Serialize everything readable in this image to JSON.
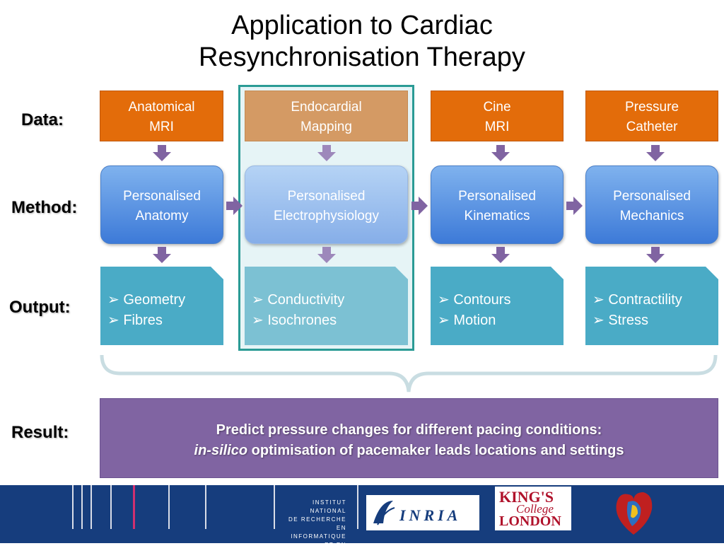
{
  "title": {
    "line1": "Application to Cardiac",
    "line2": "Resynchronisation Therapy"
  },
  "row_labels": {
    "data": "Data:",
    "method": "Method:",
    "output": "Output:",
    "result": "Result:"
  },
  "columns": [
    {
      "data_line1": "Anatomical",
      "data_line2": "MRI",
      "method_line1": "Personalised",
      "method_line2": "Anatomy",
      "output1": "➢ Geometry",
      "output2": "➢ Fibres"
    },
    {
      "data_line1": "Endocardial",
      "data_line2": "Mapping",
      "method_line1": "Personalised",
      "method_line2": "Electrophysiology",
      "output1": "➢ Conductivity",
      "output2": "➢ Isochrones"
    },
    {
      "data_line1": "Cine",
      "data_line2": "MRI",
      "method_line1": "Personalised",
      "method_line2": "Kinematics",
      "output1": "➢ Contours",
      "output2": "➢ Motion"
    },
    {
      "data_line1": "Pressure",
      "data_line2": "Catheter",
      "method_line1": "Personalised",
      "method_line2": "Mechanics",
      "output1": "➢ Contractility",
      "output2": "➢ Stress"
    }
  ],
  "result": {
    "line1": "Predict pressure changes for different pacing conditions:",
    "line2_italic": "in-silico",
    "line2_rest": " optimisation of pacemaker leads locations and settings"
  },
  "footer": {
    "inria_text": [
      "INSTITUT NATIONAL",
      "DE RECHERCHE",
      "EN INFORMATIQUE",
      "ET EN AUTOMATIQUE"
    ],
    "inria_logo": "INRIA",
    "kings_logo": [
      "KING'S",
      "College",
      "LONDON"
    ]
  },
  "colors": {
    "data_box": "#e36c0a",
    "method_box": "#4a86de",
    "output_box": "#4aabc6",
    "result_box": "#8064a2",
    "arrow": "#8064a2",
    "footer": "#163d7d",
    "highlight_border": "#2a9b95"
  }
}
